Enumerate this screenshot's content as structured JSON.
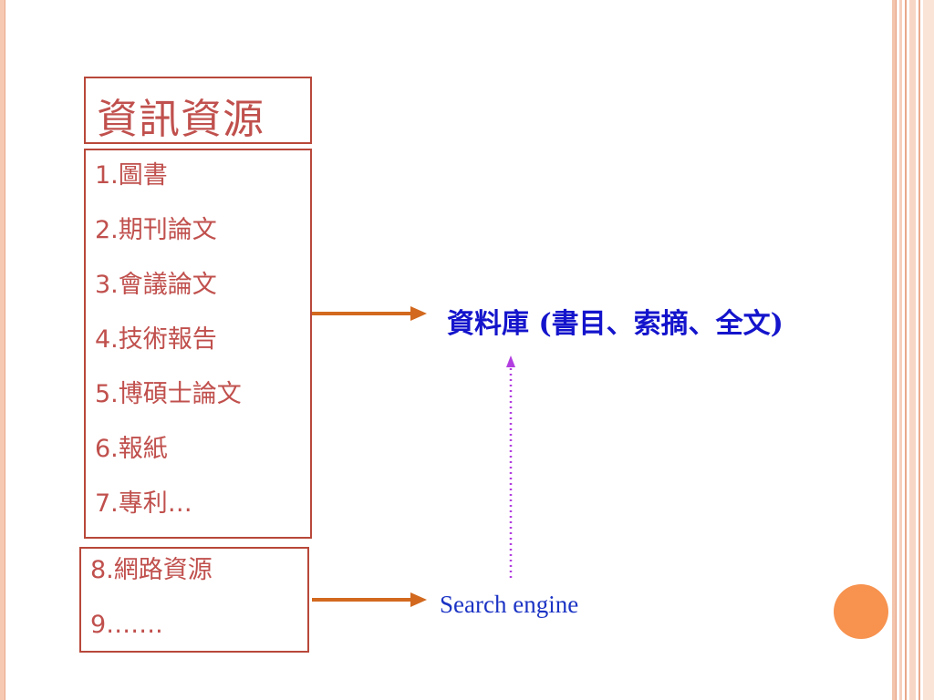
{
  "slide": {
    "title": "資訊資源",
    "resources": [
      "1.圖書",
      "2.期刊論文",
      "3.會議論文",
      "4.技術報告",
      "5.博碩士論文",
      "6.報紙",
      "7.專利…"
    ],
    "web_resources": [
      "8.網路資源",
      "9……."
    ],
    "database_label": "資料庫 (書目、索摘、全文)",
    "search_engine_label": "Search engine"
  },
  "colors": {
    "box_border": "#b8483a",
    "item_text": "#c0504d",
    "arrow": "#d2691e",
    "database_text": "#1414cc",
    "dotted_arrow": "#b23ee0",
    "accent_circle": "#f7924f"
  }
}
